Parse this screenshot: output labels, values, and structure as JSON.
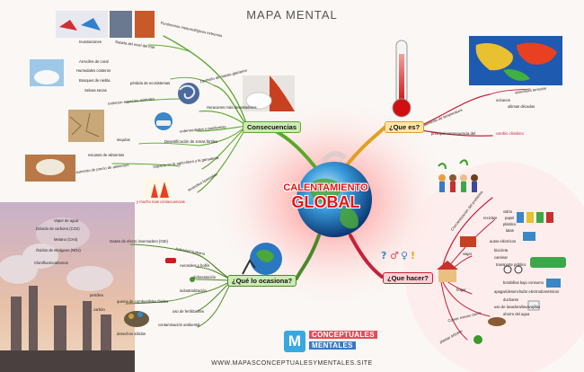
{
  "title": "MAPA MENTAL",
  "footer": "WWW.MAPASCONCEPTUALESYMENTALES.SITE",
  "center": {
    "line1": "CALENTAMIENTO",
    "line2": "GLOBAL"
  },
  "logo": {
    "letter": "M",
    "line1": "CONCEPTUALES",
    "line2": "MENTALES"
  },
  "branches": {
    "consecuencias": "Consecuencias",
    "que_es": "¿Que es?",
    "que_ocasiona": "¿Qué lo ocasiona?",
    "que_hacer": "¿Que hacer?"
  },
  "cons": {
    "fenomenos": "Fenómenos meteorológicos extremos",
    "inundaciones": "Inundaciones",
    "subida": "Subida del nivel del mar",
    "deshielo": "Deshielo de masas glaciares",
    "arrecifes": "Arrecifes de coral",
    "humedales": "Humedales costeros",
    "bosques": "Bosques de niebla",
    "selvas": "Selvas secas",
    "perdida": "pérdida de ecosistemas",
    "extincion": "extincion especies animales",
    "huracanes": "Huracanes más devastadores",
    "enfermedades": "enfermedades y pandemias",
    "sequias": "sequías",
    "desertificacion": "Desertificación de zonas fértiles",
    "escases": "escases de alimentos",
    "aumento": "aumento de precio de alimentos",
    "impacto": "Impacto en la agricultura y la ganadería",
    "incendios": "incendios forestales",
    "mayor": "y mucho mas consecuencias"
  },
  "queEs": {
    "aumento": "aumento de temperatura",
    "atmosfera": "atmósfera terrestre",
    "oceanos": "océanos",
    "ultimas": "ultimas décadas",
    "principal": "principal consecuencia del",
    "cambio": "cambio climático"
  },
  "ocasiona": {
    "actividad": "Actividad humana",
    "gases": "Gases de efecto invernadero (GEI)",
    "vapor": "Vapor de agua",
    "dioxido": "Dióxido de carbono (CO2)",
    "metano": "Metano (CH4)",
    "oxidos": "Óxidos de nitrógeno (NOx)",
    "cloro": "Clorofluorocarbonos",
    "aerosoles": "Aerosoles y hollín",
    "deforestacion": "deforestación",
    "industrializacion": "industrialización",
    "petroleo": "petróleo",
    "quema": "quema de combustibles fósiles",
    "carbon": "carbón",
    "uso": "uso de fertilizantes",
    "contaminacion": "contaminación ambiental",
    "desechos": "desechos sólidos"
  },
  "hacer": {
    "concientizacion": "Concientización del problema",
    "reciclaje": "reciclaje",
    "vidrio": "vidrio",
    "papel": "papel",
    "plastico": "plástico",
    "latas": "latas",
    "viajar": "viajar",
    "autos": "autos eléctricos",
    "bicicleta": "bicicleta",
    "caminar": "caminar",
    "transporte": "transporte público",
    "hogar": "hogar",
    "bombillas": "bombillas bajo consumo",
    "apagar": "apagar/desenchufar electrodomésticos",
    "ducharse": "ducharse",
    "lavadora": "uso de lavadora/lavavajillas",
    "ahorro": "ahorro del agua",
    "comer": "Comer menos carne",
    "plantar": "plantar árboles"
  },
  "colors": {
    "consecuencias": "#5aa82a",
    "que_es": "#e0a020",
    "que_ocasiona": "#4a8a28",
    "que_hacer": "#c8203a",
    "title": "#555555"
  }
}
